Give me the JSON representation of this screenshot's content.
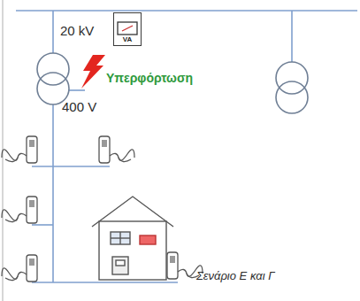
{
  "diagram": {
    "caption": "Σενάριο Ε και Γ",
    "nodes": [
      {
        "text": [
          "VA"
        ]
      }
    ],
    "labels": [
      "20 kV",
      "Υπερφόρτωση",
      "400 V"
    ]
  }
}
